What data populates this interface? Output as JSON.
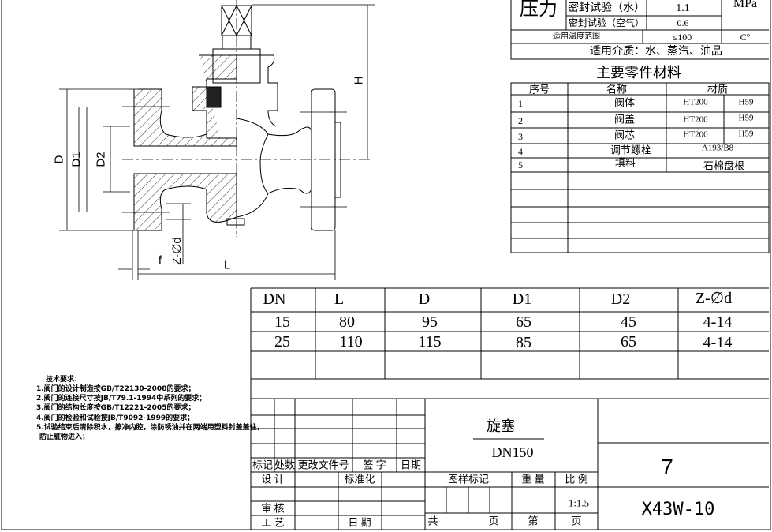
{
  "spec_table": {
    "pressure_label": "压力",
    "rows": [
      {
        "label": "密封试验（水）",
        "value": "1.1"
      },
      {
        "label": "密封试验（空气）",
        "value": "0.6"
      }
    ],
    "unit": "MPa",
    "temp_label": "适用温度范围",
    "temp_value": "≤100",
    "temp_unit": "C°",
    "medium": "适用介质：水、蒸汽、油品"
  },
  "parts": {
    "title": "主要零件材料",
    "headers": [
      "序号",
      "名称",
      "材质"
    ],
    "rows": [
      {
        "no": "1",
        "name": "阀体",
        "m1": "HT200",
        "m2": "H59"
      },
      {
        "no": "2",
        "name": "阀盖",
        "m1": "HT200",
        "m2": "H59"
      },
      {
        "no": "3",
        "name": "阀芯",
        "m1": "HT200",
        "m2": "H59"
      },
      {
        "no": "4",
        "name": "调节螺栓",
        "m": "A193/B8"
      },
      {
        "no": "5",
        "name": "填料",
        "m": "石棉盘根"
      }
    ]
  },
  "drawing": {
    "labels": {
      "D": "D",
      "D1": "D1",
      "D2": "D2",
      "H": "H",
      "L": "L",
      "f": "f",
      "zd": "Z-∅d"
    }
  },
  "dims": {
    "headers": [
      "DN",
      "L",
      "D",
      "D1",
      "D2",
      "Z-∅d"
    ],
    "rows": [
      [
        "15",
        "80",
        "95",
        "65",
        "45",
        "4-14"
      ],
      [
        "25",
        "110",
        "115",
        "85",
        "65",
        "4-14"
      ]
    ]
  },
  "tech": {
    "title": "技术要求：",
    "items": [
      "1.阀门的设计制造按GB/T22130-2008的要求；",
      "2.阀门的连接尺寸按JB/T79.1-1994中系列的要求；",
      "3.阀门的结构长度按GB/T12221-2005的要求；",
      "4.阀门的检验和试验按JB/T9092-1999的要求；",
      "5.试验结束后清除积水，擦净内腔，涂防锈油并在两端用塑料封盖盖住，",
      "防止脏物进入；"
    ]
  },
  "title_block": {
    "rev_headers": [
      "标记",
      "处数",
      "更改文件号",
      "签 字",
      "日期"
    ],
    "design": "设 计",
    "standard": "标准化",
    "review": "审 核",
    "process": "工 艺",
    "date": "日 期",
    "name": "旋塞",
    "spec": "DN150",
    "drawing_mark": "图样标记",
    "weight": "重 量",
    "scale_label": "比 例",
    "scale": "1:1.5",
    "total": "共",
    "page1": "页",
    "nth": "第",
    "page2": "页",
    "number": "7",
    "model": "X43W-10"
  }
}
